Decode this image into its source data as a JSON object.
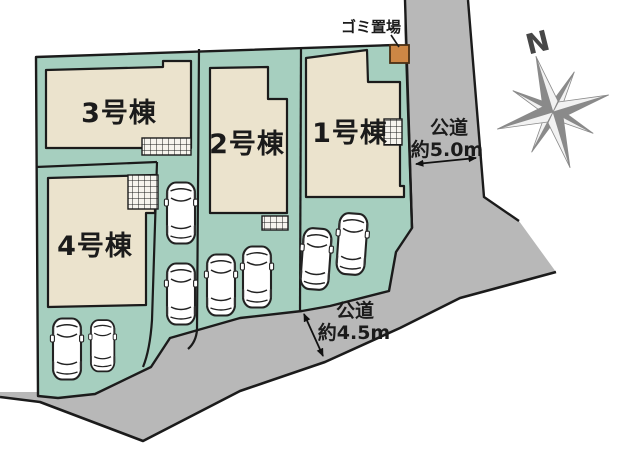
{
  "site_plan": {
    "title_hint": "residential lot layout plan",
    "lots": [
      {
        "id": "lot-3",
        "label": "3号棟"
      },
      {
        "id": "lot-2",
        "label": "2号棟"
      },
      {
        "id": "lot-1",
        "label": "1号棟"
      },
      {
        "id": "lot-4",
        "label": "4号棟"
      }
    ],
    "garbage_area": {
      "label": "ゴミ置場"
    },
    "roads": [
      {
        "id": "east-road",
        "line1": "公道",
        "line2": "約5.0m"
      },
      {
        "id": "south-road",
        "line1": "公道",
        "line2": "約4.5m"
      }
    ],
    "compass": {
      "north_label": "N"
    },
    "car_count": 8,
    "colors": {
      "lot_green": "#a6cfbf",
      "building_beige": "#ebe3cd",
      "road_gray": "#b8b8b8",
      "garbage_orange": "#cd8745",
      "outline": "#1b1b1b",
      "compass_dark": "#8a8a8a",
      "compass_light": "#f2f2f2"
    }
  }
}
